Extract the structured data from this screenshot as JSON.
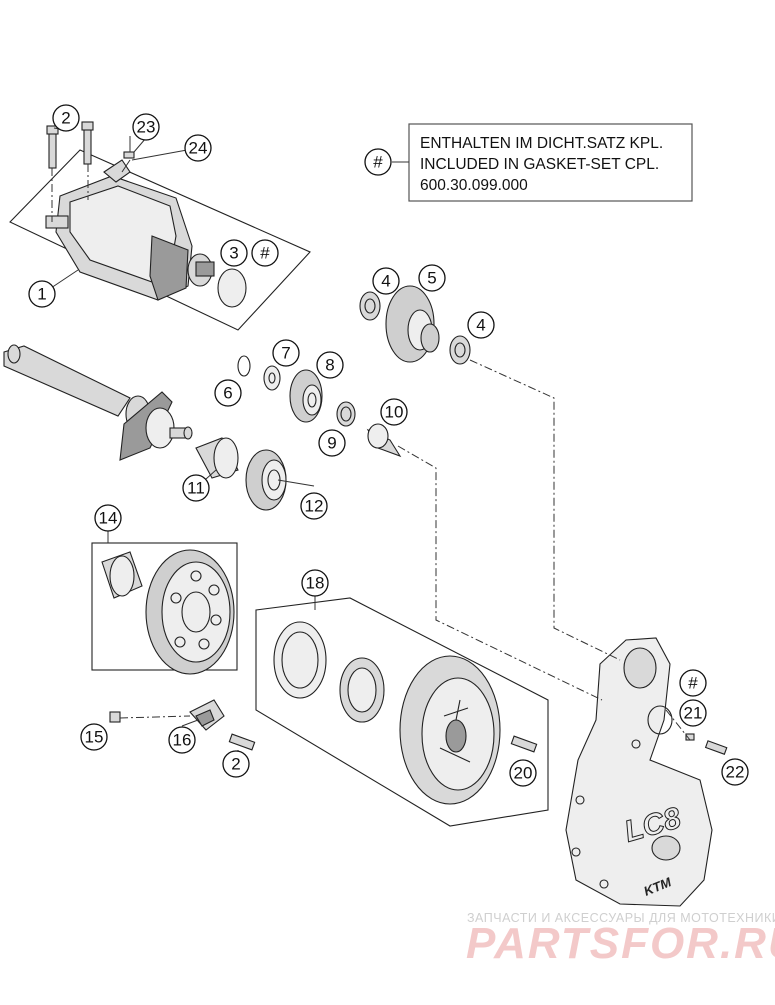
{
  "note": {
    "symbol": "#",
    "lines": [
      "ENTHALTEN IM DICHT.SATZ KPL.",
      "INCLUDED IN GASKET-SET CPL.",
      "600.30.099.000"
    ]
  },
  "callouts": {
    "c1": "1",
    "c2a": "2",
    "c2b": "2",
    "c3": "3",
    "c3hash": "#",
    "c4a": "4",
    "c4b": "4",
    "c5": "5",
    "c6": "6",
    "c7": "7",
    "c8": "8",
    "c9": "9",
    "c10": "10",
    "c11": "11",
    "c12": "12",
    "c14": "14",
    "c15": "15",
    "c16": "16",
    "c18": "18",
    "c20": "20",
    "c21": "21",
    "c21hash": "#",
    "c22": "22",
    "c23": "23",
    "c24": "24"
  },
  "cover_engraving": {
    "model": "LC8",
    "brand": "KTM"
  },
  "watermark": {
    "tagline": "ЗАПЧАСТИ И АКСЕССУАРЫ ДЛЯ МОТОТЕХНИКИ",
    "site": "PARTSFOR.RU"
  }
}
